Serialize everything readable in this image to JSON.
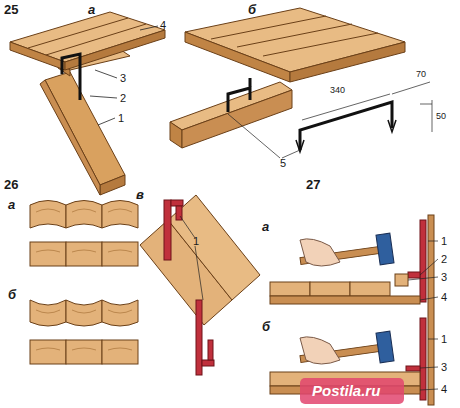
{
  "diagram": {
    "labels": [
      "25",
      "а",
      "4",
      "3",
      "2",
      "1",
      "б",
      "340",
      "70",
      "50",
      "5",
      "26",
      "а",
      "б",
      "в",
      "1",
      "27",
      "а",
      "1",
      "2",
      "3",
      "4",
      "б",
      "1",
      "3",
      "4",
      "Postila.ru"
    ]
  }
}
